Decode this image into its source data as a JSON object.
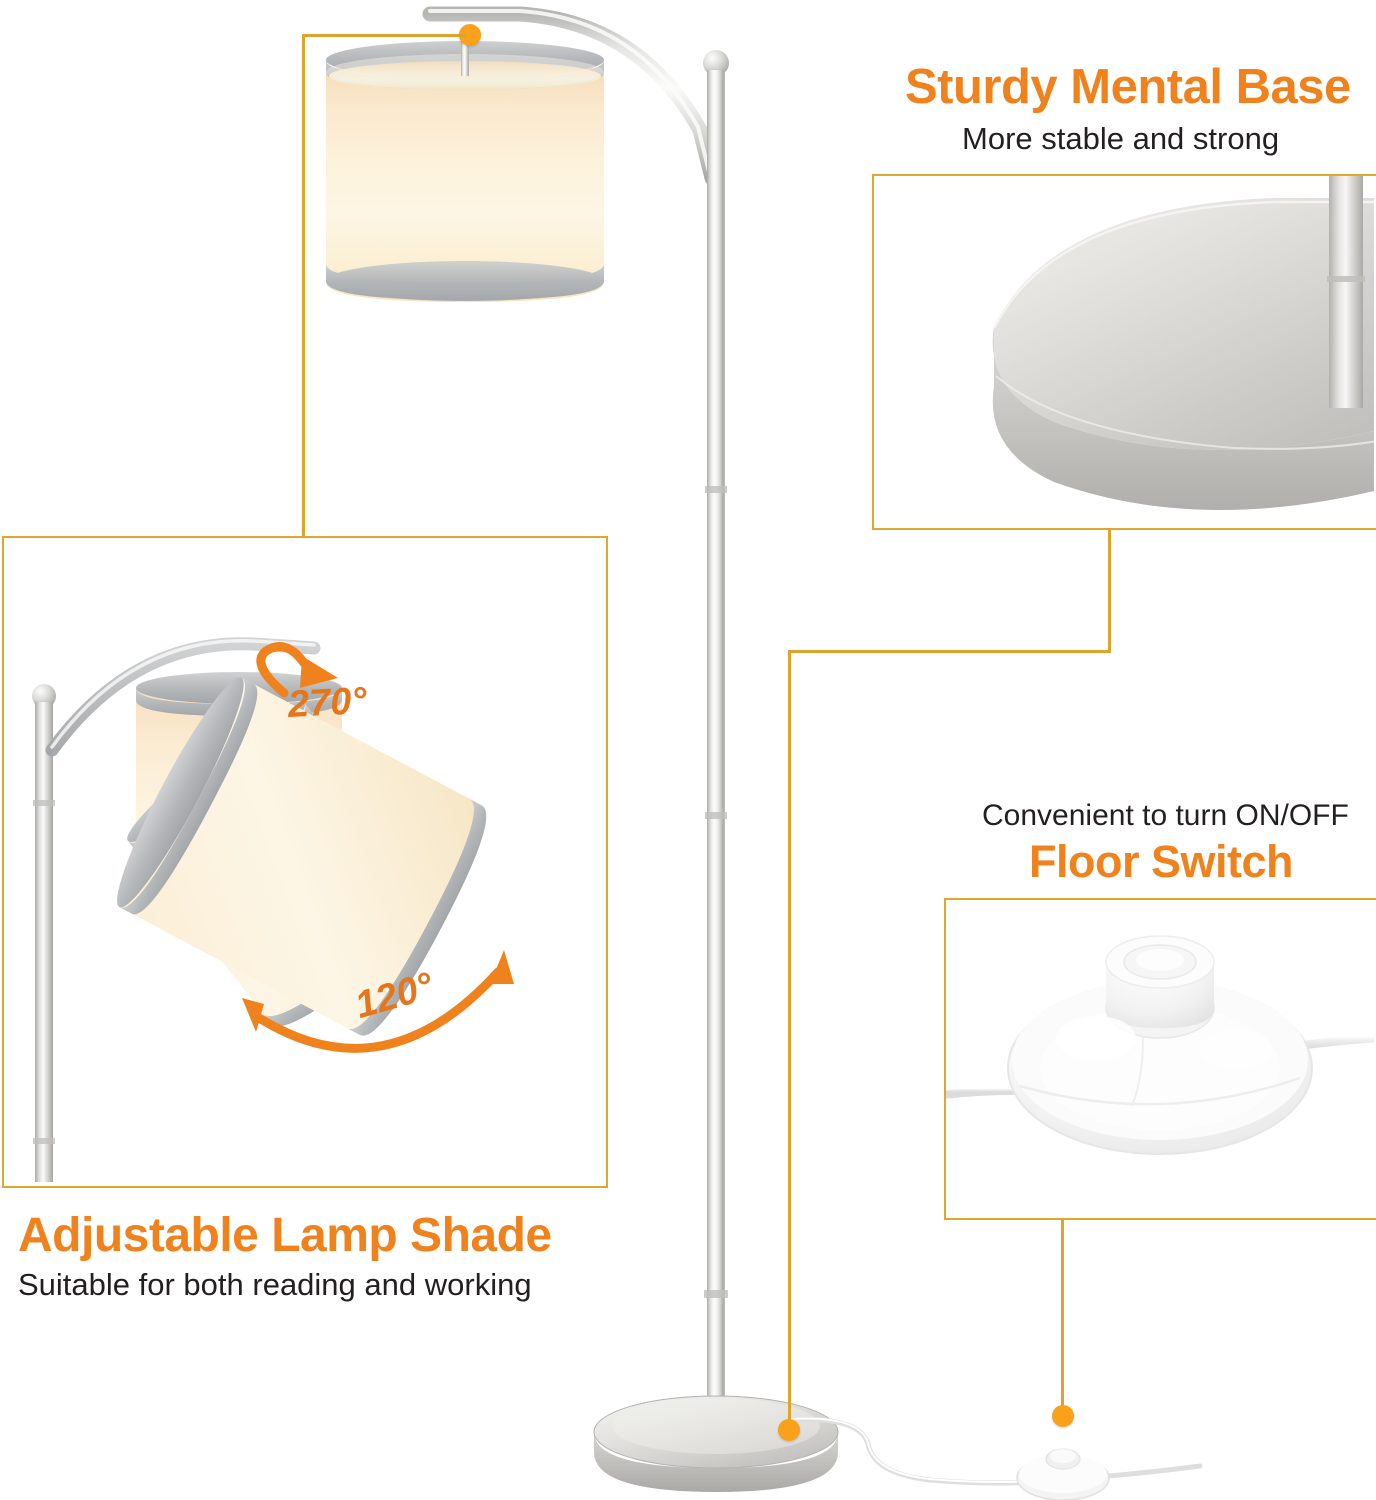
{
  "product": {
    "name": "Arc Floor Lamp",
    "description": "Product feature infographic for a brushed-nickel arched floor lamp with drum fabric shade"
  },
  "brand_colors": {
    "accent_orange": "#F0821E",
    "callout_line_gold": "#E0A32B",
    "callout_dot": "#F9A11B",
    "panel_border": "#DDA82C",
    "body_text": "#231f20",
    "angle_label": "#E4761C",
    "metal_nickel": "#d8d8d5",
    "shade_cream": "#fdf3dd",
    "shade_rim_grey": "#b5b8ba"
  },
  "callouts": [
    {
      "id": "sturdy-mental-base",
      "title": "Sturdy Mental Base",
      "subtitle": "More stable and strong",
      "title_color": "#F0821E",
      "position": "top-right",
      "detail_image": "brushed-nickel-round-base-closeup",
      "anchor": "lamp-base"
    },
    {
      "id": "floor-switch",
      "title": "Floor Switch",
      "subtitle": "Convenient to turn ON/OFF",
      "title_color": "#F0821E",
      "position": "bottom-right",
      "detail_image": "clear-inline-foot-switch-closeup",
      "anchor": "foot-switch-on-cord"
    },
    {
      "id": "adjustable-lamp-shade",
      "title": "Adjustable Lamp Shade",
      "subtitle": "Suitable for both reading and working",
      "title_color": "#F0821E",
      "position": "bottom-left",
      "detail_image": "three-rotated-drum-shades-overlay",
      "anchor": "lamp-shade-top"
    }
  ],
  "angles": {
    "rotation": {
      "value": "270°",
      "arrow": "curved-single-arrow",
      "meaning": "shade swivel rotation range"
    },
    "tilt": {
      "value": "120°",
      "arrow": "curved-double-arrow",
      "meaning": "shade tilt range"
    }
  },
  "main_product": {
    "parts": [
      "drum-lamp-shade",
      "curved-arc-arm",
      "ball-finial",
      "telescoping-pole",
      "round-metal-base",
      "power-cord",
      "inline-foot-switch"
    ]
  }
}
